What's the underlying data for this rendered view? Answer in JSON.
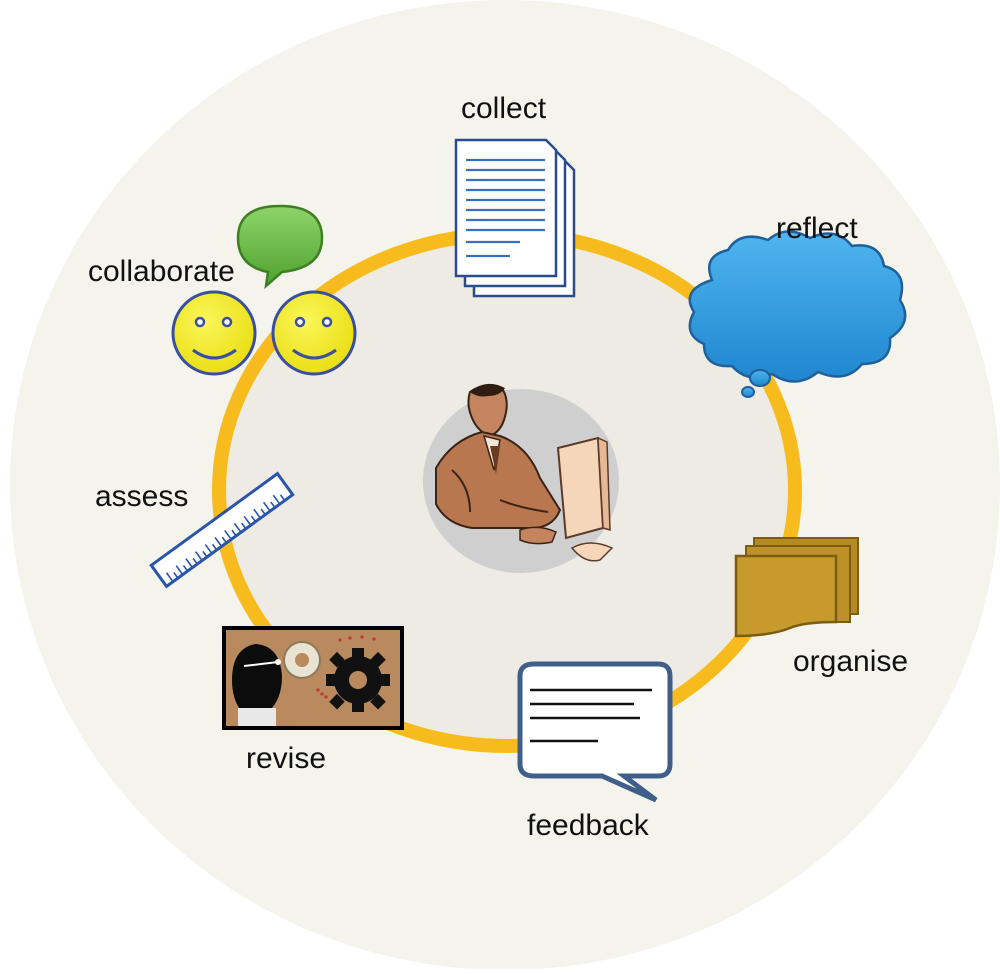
{
  "diagram": {
    "stages": {
      "collect": "collect",
      "reflect": "reflect",
      "organise": "organise",
      "feedback": "feedback",
      "revise": "revise",
      "assess": "assess",
      "collaborate": "collaborate"
    },
    "colors": {
      "outer_disc": "#f4f4ec",
      "inner_disc": "#edebe3",
      "ring": "#f7bb1d",
      "document_stroke": "#2a4c8c",
      "cloud": "#2c9be0",
      "folder": "#c79a2e",
      "speech_bubble_stroke": "#3f5f8a",
      "smiley": "#f2ec1a",
      "chat_bubble": "#6cc04a",
      "ruler_stroke": "#2a55a8"
    },
    "icons": [
      "documents-icon",
      "cloud-icon",
      "folder-icon",
      "speech-bubble-icon",
      "gears-icon",
      "ruler-icon",
      "smiley-icon",
      "chat-bubble-icon",
      "person-at-computer-icon"
    ]
  }
}
